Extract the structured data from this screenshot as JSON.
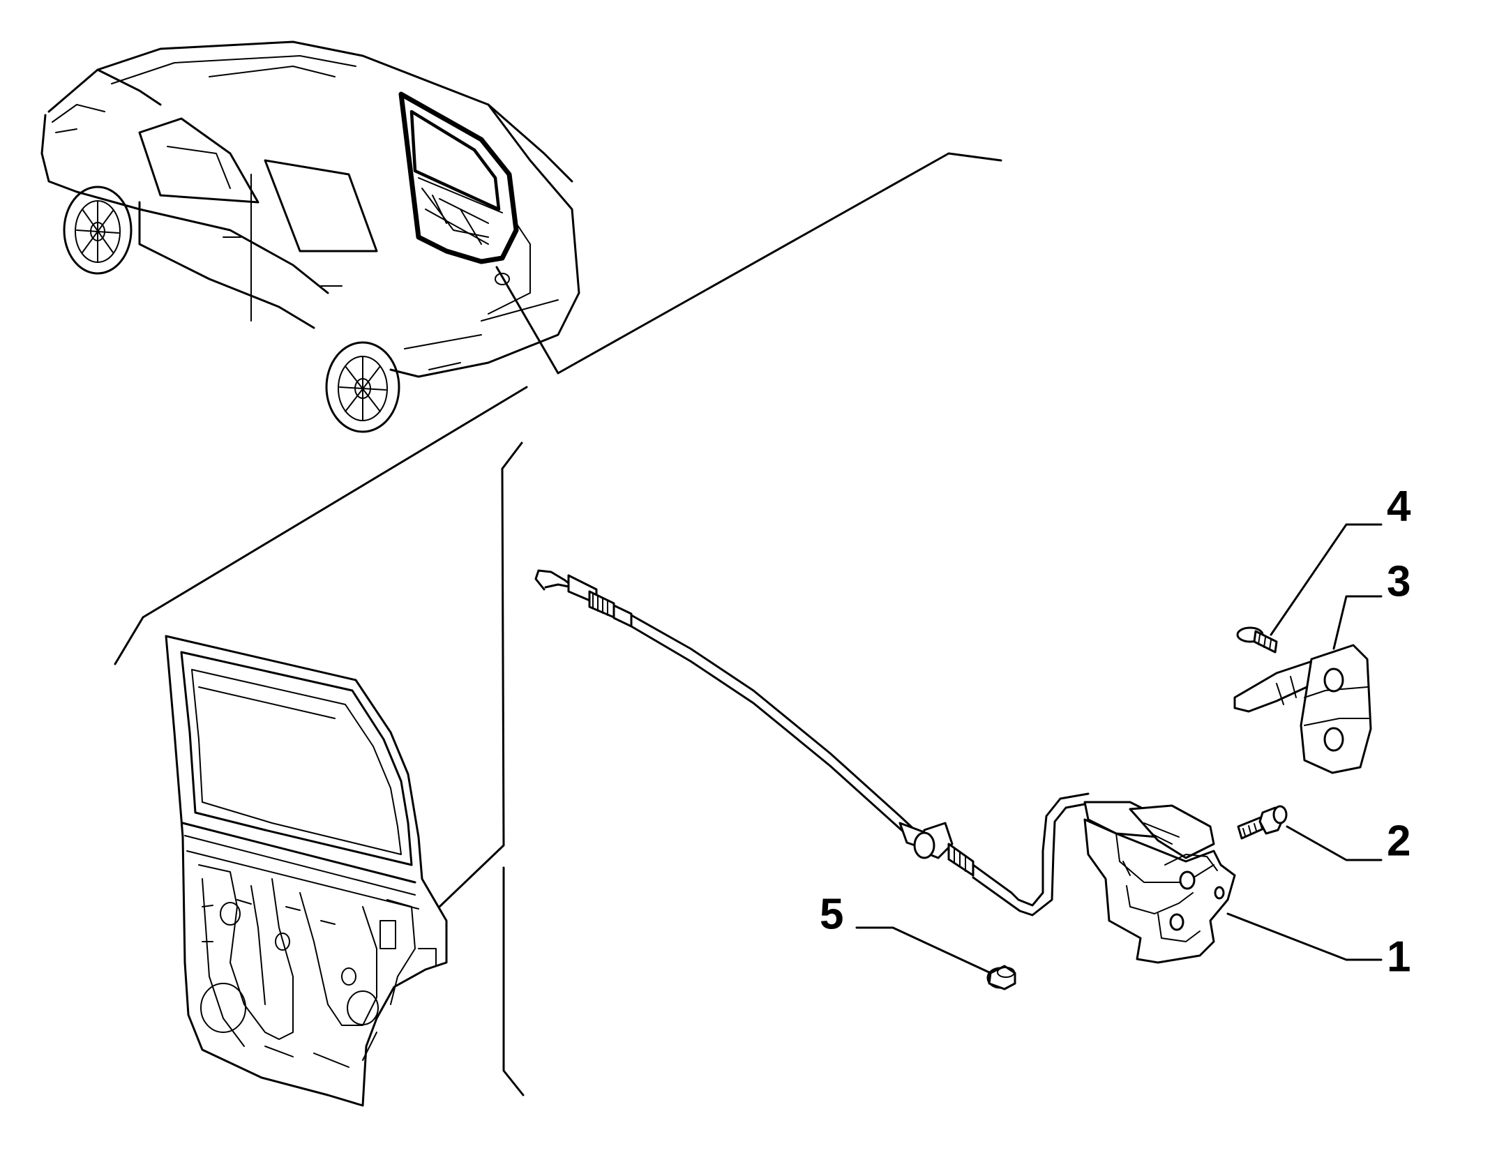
{
  "callouts": [
    {
      "id": "1",
      "label": "1",
      "part": "door-lock-latch"
    },
    {
      "id": "2",
      "label": "2",
      "part": "lock-screw"
    },
    {
      "id": "3",
      "label": "3",
      "part": "striker-plate"
    },
    {
      "id": "4",
      "label": "4",
      "part": "striker-screw"
    },
    {
      "id": "5",
      "label": "5",
      "part": "rubber-plug"
    }
  ],
  "colors": {
    "line": "#000000",
    "background": "#ffffff"
  }
}
